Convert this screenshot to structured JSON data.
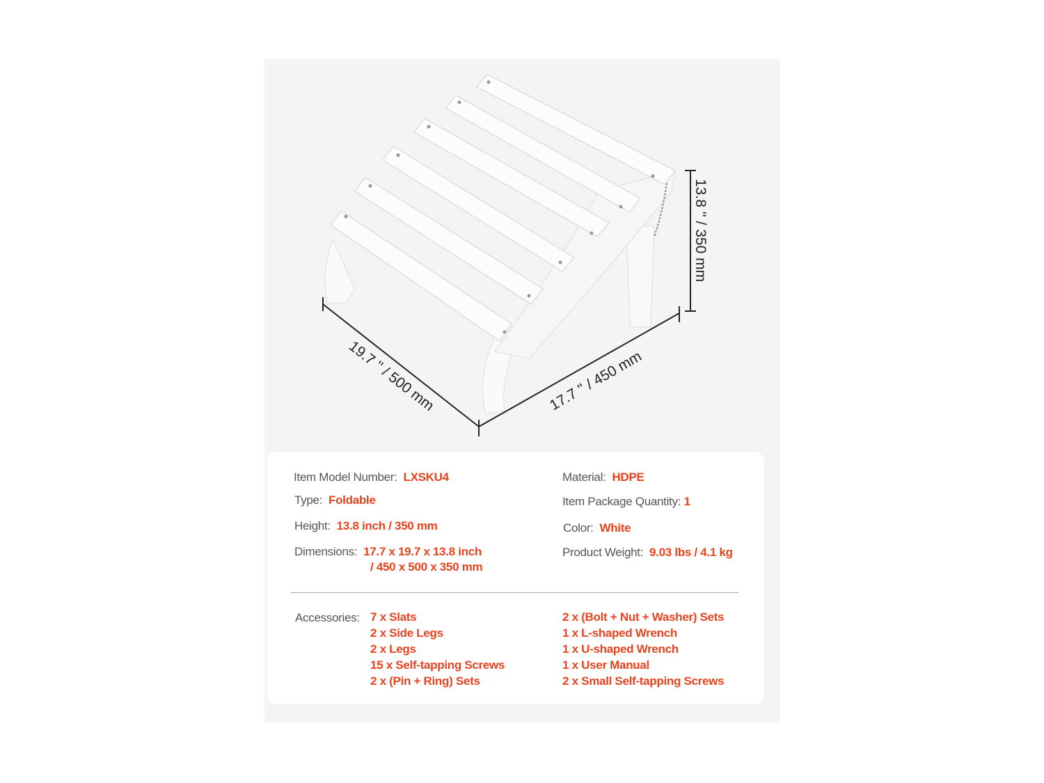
{
  "product_image": {
    "alt": "White foldable slatted ottoman footrest",
    "dimensions": {
      "depth": "19.7 '' / 500 mm",
      "width": "17.7 '' / 450 mm",
      "height": "13.8 '' / 350 mm"
    }
  },
  "specs": {
    "left": [
      {
        "label": "Item Model Number:",
        "value": "LXSKU4"
      },
      {
        "label": "Type:",
        "value": "Foldable"
      },
      {
        "label": "Height:",
        "value": "13.8 inch / 350 mm"
      },
      {
        "label": "Dimensions:",
        "value": "17.7 x 19.7 x 13.8 inch",
        "value2": "/ 450 x 500 x 350 mm"
      }
    ],
    "right": [
      {
        "label": "Material:",
        "value": "HDPE"
      },
      {
        "label": "Item Package Quantity:",
        "value": "1"
      },
      {
        "label": "Color:",
        "value": "White"
      },
      {
        "label": "Product Weight:",
        "value": "9.03 lbs / 4.1 kg"
      }
    ]
  },
  "accessories": {
    "label": "Accessories:",
    "left": [
      "7 x Slats",
      "2 x Side Legs",
      "2 x Legs",
      "15 x Self-tapping Screws",
      "2 x (Pin + Ring) Sets"
    ],
    "right": [
      "2 x (Bolt + Nut + Washer) Sets",
      "1 x L-shaped Wrench",
      "1 x U-shaped Wrench",
      "1 x User Manual",
      "2 x Small Self-tapping Screws"
    ]
  },
  "colors": {
    "accent": "#e8431e",
    "label": "#555555",
    "panel": "#f4f4f4"
  }
}
